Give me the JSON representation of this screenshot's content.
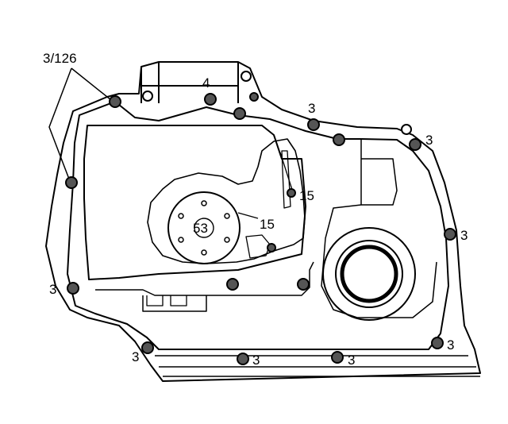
{
  "diagram": {
    "labels": {
      "bolt_3_126": "3/126",
      "bolt_4": "4",
      "bolt_3": "3",
      "bolt_15": "15",
      "bolt_53": "53"
    },
    "colors": {
      "line": "#000000",
      "paper": "#ffffff",
      "boss_fill": "#555555"
    }
  }
}
